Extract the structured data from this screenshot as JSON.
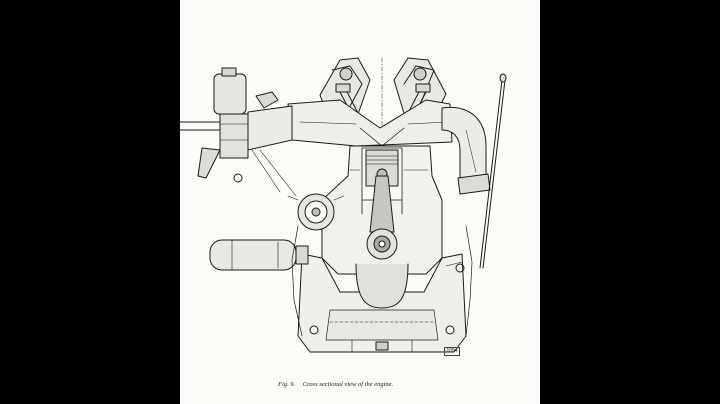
{
  "figure": {
    "number": "Fig. 9.",
    "caption": "Cross sectional view of the engine.",
    "plate_number": "1094"
  }
}
